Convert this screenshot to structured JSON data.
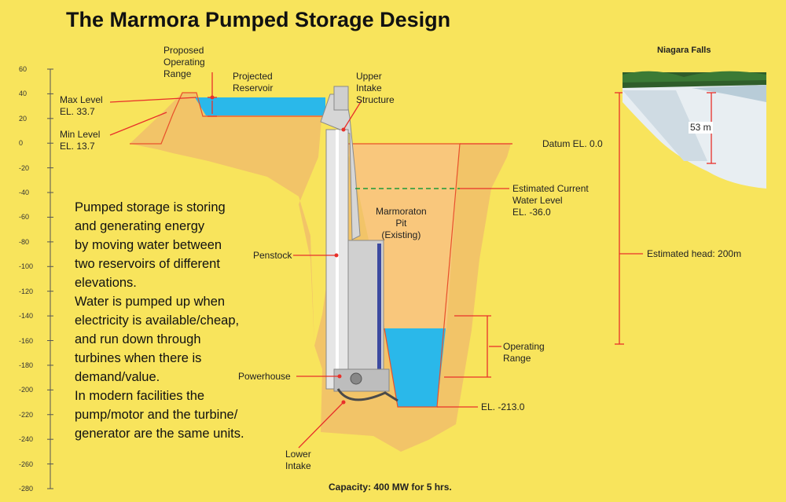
{
  "title": "The Marmora Pumped Storage Design",
  "scale_ticks": [
    "60",
    "40",
    "20",
    "0",
    "-20",
    "-40",
    "-60",
    "-80",
    "-100",
    "-120",
    "-140",
    "-160",
    "-180",
    "-200",
    "-220",
    "-240",
    "-260",
    "-280"
  ],
  "labels": {
    "proposed_operating_range": "Proposed\nOperating\nRange",
    "projected_reservoir": "Projected\nReservoir",
    "upper_intake": "Upper\nIntake\nStructure",
    "max_level": "Max Level\nEL. 33.7",
    "min_level": "Min Level\nEL. 13.7",
    "datum": "Datum EL. 0.0",
    "estimated_current_water_level": "Estimated Current\nWater Level\nEL. -36.0",
    "marmoraton_pit": "Marmoraton\nPit\n(Existing)",
    "penstock": "Penstock",
    "estimated_head": "Estimated head: 200m",
    "operating_range": "Operating\nRange",
    "powerhouse": "Powerhouse",
    "el_bottom": "EL. -213.0",
    "lower_intake": "Lower\nIntake"
  },
  "niagara": {
    "title": "Niagara Falls",
    "height_label": "53 m"
  },
  "body_text": [
    "Pumped storage is storing",
    "and generating energy",
    "by moving water between",
    "two reservoirs of different",
    "elevations.",
    "Water is pumped up when",
    "electricity is available/cheap,",
    "and run down through",
    "turbines when there is",
    "demand/value.",
    "In modern facilities the",
    "pump/motor and the turbine/",
    "generator are the same units."
  ],
  "footer": "Capacity: 400 MW for 5 hrs.",
  "colors": {
    "background": "#f8e45c",
    "ground": "#f2c468",
    "pit": "#f9c77c",
    "water": "#2ab8ea",
    "leader": "#e8302a",
    "water_level_dash": "#1f9a3a",
    "structure": "#d6d6d6"
  }
}
